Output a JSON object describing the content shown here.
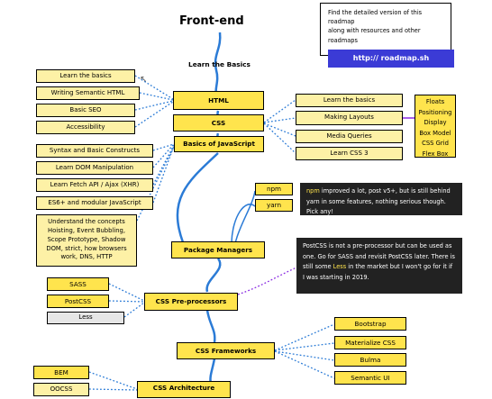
{
  "title": "Front-end",
  "info_box": {
    "text_line1": "Find the detailed version of this roadmap",
    "text_line2": "along with resources and other roadmaps",
    "button_label": "http:// roadmap.sh"
  },
  "section_label": "Learn the Basics",
  "topics": {
    "html": "HTML",
    "css": "CSS",
    "javascript": "Basics of JavaScript",
    "package_managers": "Package Managers",
    "css_preprocessors": "CSS Pre-processors",
    "css_frameworks": "CSS Frameworks",
    "css_architecture": "CSS Architecture"
  },
  "html_subs": [
    "Learn the basics",
    "Writing Semantic HTML",
    "Basic SEO",
    "Accessibility"
  ],
  "js_subs": [
    "Syntax and Basic Constructs",
    "Learn DOM Manipulation",
    "Learn Fetch API / Ajax (XHR)",
    "ES6+ and modular JavaScript"
  ],
  "js_concepts": "Understand the concepts Hoisting, Event Bubbling, Scope Prototype, Shadow DOM, strict, how browsers work, DNS, HTTP",
  "css_subs": [
    "Learn the basics",
    "Making Layouts",
    "Media Queries",
    "Learn CSS 3"
  ],
  "layouts_list": [
    "Floats",
    "Positioning",
    "Display",
    "Box Model",
    "CSS Grid",
    "Flex Box"
  ],
  "package_subs": [
    "npm",
    "yarn"
  ],
  "npm_note": {
    "highlight": "npm",
    "text": " improved a lot, post v5+, but is still behind yarn in some features, nothing serious though. Pick any!"
  },
  "postcss_note": {
    "before": "PostCSS is not a pre-processor but can be used as one. Go for SASS and revisit PostCSS later. There is still some ",
    "highlight": "Less",
    "after": " in the market but I won't go for it if I was starting in 2019."
  },
  "preprocessor_subs": [
    "SASS",
    "PostCSS",
    "Less"
  ],
  "framework_subs": [
    "Bootstrap",
    "Materialize CSS",
    "Bulma",
    "Semantic UI"
  ],
  "architecture_subs": [
    "BEM",
    "OOCSS"
  ],
  "colors": {
    "topic": "#ffe44d",
    "subtopic": "#fdf1a6",
    "spine": "#2b7bd6",
    "link": "#3b3bd6",
    "purple_link": "#8a2be2"
  }
}
